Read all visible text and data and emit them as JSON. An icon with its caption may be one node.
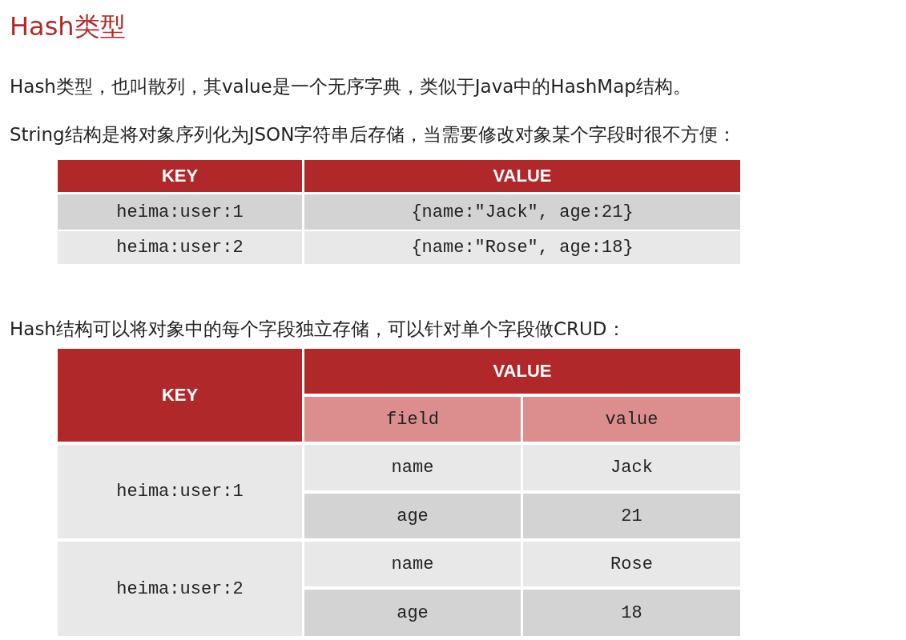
{
  "diagram": {
    "title": "Hash类型",
    "labels": [
      "Hash类型，也叫散列，其value是一个无序字典，类似于Java中的HashMap结构。",
      "String结构是将对象序列化为JSON字符串后存储，当需要修改对象某个字段时很不方便：",
      "KEY",
      "VALUE",
      "heima:user:1",
      "{name:\"Jack\", age:21}",
      "heima:user:2",
      "{name:\"Rose\", age:18}",
      "Hash结构可以将对象中的每个字段独立存储，可以针对单个字段做CRUD：",
      "KEY",
      "VALUE",
      "field",
      "value",
      "heima:user:1",
      "name",
      "Jack",
      "age",
      "21",
      "heima:user:2",
      "name",
      "Rose",
      "age",
      "18"
    ]
  }
}
